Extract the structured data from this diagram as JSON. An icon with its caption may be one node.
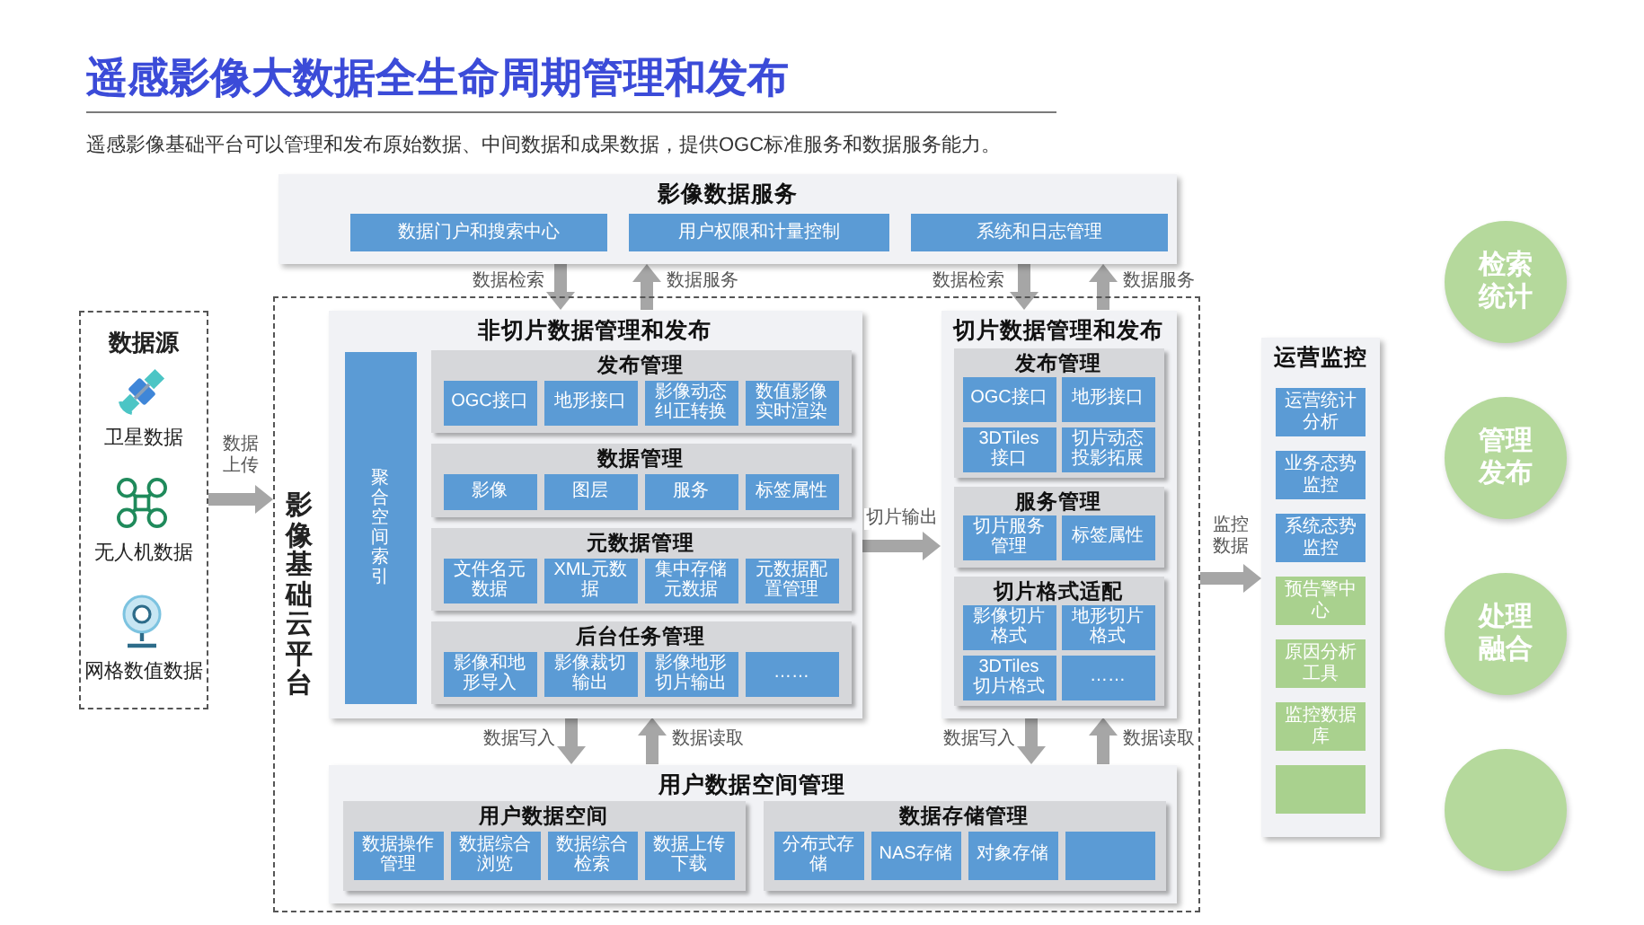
{
  "diagram": {
    "title": "遥感影像大数据全生命周期管理和发布",
    "nodes": [
      {
        "text": [
          "影像数据服务"
        ]
      },
      {
        "text": [
          "数据门户和搜索中心"
        ],
        "in": 0
      },
      {
        "text": [
          "用户权限和计量控制"
        ],
        "in": 0
      },
      {
        "text": [
          "系统和日志管理"
        ],
        "in": 0
      },
      {
        "text": [
          "数据源",
          "卫星数据",
          "无人机数据",
          "网格数值数据"
        ]
      },
      {
        "text": [
          "影像基础云平台"
        ]
      },
      {
        "text": [
          "非切片数据管理和发布"
        ],
        "in": 5
      },
      {
        "text": [
          "聚合空间索引"
        ],
        "in": 6
      },
      {
        "text": [
          "发布管理"
        ],
        "in": 6
      },
      {
        "text": [
          "OGC接口"
        ],
        "in": 8
      },
      {
        "text": [
          "地形接口"
        ],
        "in": 8
      },
      {
        "text": [
          "影像动态纠正转换"
        ],
        "in": 8
      },
      {
        "text": [
          "数值影像实时渲染"
        ],
        "in": 8
      },
      {
        "text": [
          "数据管理"
        ],
        "in": 6
      },
      {
        "text": [
          "影像"
        ],
        "in": 13
      },
      {
        "text": [
          "图层"
        ],
        "in": 13
      },
      {
        "text": [
          "服务"
        ],
        "in": 13
      },
      {
        "text": [
          "标签属性"
        ],
        "in": 13
      },
      {
        "text": [
          "元数据管理"
        ],
        "in": 6
      },
      {
        "text": [
          "文件名元数据"
        ],
        "in": 18
      },
      {
        "text": [
          "XML元数据"
        ],
        "in": 18
      },
      {
        "text": [
          "集中存储元数据"
        ],
        "in": 18
      },
      {
        "text": [
          "元数据配置管理"
        ],
        "in": 18
      },
      {
        "text": [
          "后台任务管理"
        ],
        "in": 6
      },
      {
        "text": [
          "影像和地形导入"
        ],
        "in": 23
      },
      {
        "text": [
          "影像裁切输出"
        ],
        "in": 23
      },
      {
        "text": [
          "影像地形切片输出"
        ],
        "in": 23
      },
      {
        "text": [
          "……"
        ],
        "in": 23
      },
      {
        "text": [
          "切片数据管理和发布"
        ],
        "in": 5
      },
      {
        "text": [
          "发布管理"
        ],
        "in": 28
      },
      {
        "text": [
          "OGC接口"
        ],
        "in": 29
      },
      {
        "text": [
          "地形接口"
        ],
        "in": 29
      },
      {
        "text": [
          "3DTiles接口"
        ],
        "in": 29
      },
      {
        "text": [
          "切片动态投影拓展"
        ],
        "in": 29
      },
      {
        "text": [
          "服务管理"
        ],
        "in": 28
      },
      {
        "text": [
          "切片服务管理"
        ],
        "in": 34
      },
      {
        "text": [
          "标签属性"
        ],
        "in": 34
      },
      {
        "text": [
          "切片格式适配"
        ],
        "in": 28
      },
      {
        "text": [
          "影像切片格式"
        ],
        "in": 37
      },
      {
        "text": [
          "地形切片格式"
        ],
        "in": 37
      },
      {
        "text": [
          "3DTiles切片格式"
        ],
        "in": 37
      },
      {
        "text": [
          "……"
        ],
        "in": 37
      },
      {
        "text": [
          "用户数据空间管理"
        ],
        "in": 5
      },
      {
        "text": [
          "用户数据空间"
        ],
        "in": 42
      },
      {
        "text": [
          "数据操作管理"
        ],
        "in": 43
      },
      {
        "text": [
          "数据综合浏览"
        ],
        "in": 43
      },
      {
        "text": [
          "数据综合检索"
        ],
        "in": 43
      },
      {
        "text": [
          "数据上传下载"
        ],
        "in": 43
      },
      {
        "text": [
          "数据存储管理"
        ],
        "in": 42
      },
      {
        "text": [
          "分布式存储"
        ],
        "in": 48
      },
      {
        "text": [
          "NAS存储"
        ],
        "in": 48
      },
      {
        "text": [
          "对象存储"
        ],
        "in": 48
      },
      {
        "text": [],
        "shape": "box",
        "in": 48
      },
      {
        "text": [
          "运营监控"
        ]
      },
      {
        "text": [
          "运营统计分析"
        ],
        "in": 53
      },
      {
        "text": [
          "业务态势监控"
        ],
        "in": 53
      },
      {
        "text": [
          "系统态势监控"
        ],
        "in": 53
      },
      {
        "text": [
          "预告警中心"
        ],
        "in": 53
      },
      {
        "text": [
          "原因分析工具"
        ],
        "in": 53
      },
      {
        "text": [
          "监控数据库"
        ],
        "in": 53
      },
      {
        "text": [],
        "shape": "box",
        "in": 53
      },
      {
        "text": [
          "检索统计"
        ]
      },
      {
        "text": [
          "管理发布"
        ]
      },
      {
        "text": [
          "处理融合"
        ]
      },
      {
        "text": [],
        "shape": "circle"
      }
    ],
    "edges": [
      {
        "from": 0,
        "to": 6,
        "arrow": "to",
        "label": "数据检索"
      },
      {
        "from": 6,
        "to": 0,
        "arrow": "to",
        "label": "数据服务"
      },
      {
        "from": 0,
        "to": 28,
        "arrow": "to",
        "label": "数据检索"
      },
      {
        "from": 28,
        "to": 0,
        "arrow": "to",
        "label": "数据服务"
      },
      {
        "from": 4,
        "to": 5,
        "arrow": "to",
        "label": "数据上传"
      },
      {
        "from": 6,
        "to": 28,
        "arrow": "to",
        "label": "切片输出"
      },
      {
        "from": 6,
        "to": 42,
        "arrow": "to",
        "label": "数据写入"
      },
      {
        "from": 42,
        "to": 6,
        "arrow": "to",
        "label": "数据读取"
      },
      {
        "from": 28,
        "to": 42,
        "arrow": "to",
        "label": "数据写入"
      },
      {
        "from": 42,
        "to": 28,
        "arrow": "to",
        "label": "数据读取"
      },
      {
        "from": 5,
        "to": 53,
        "arrow": "to",
        "label": "监控数据"
      }
    ],
    "labels": [
      "遥感影像基础平台可以管理和发布原始数据、中间数据和成果数据，提供OGC标准服务和数据服务能力。"
    ]
  }
}
